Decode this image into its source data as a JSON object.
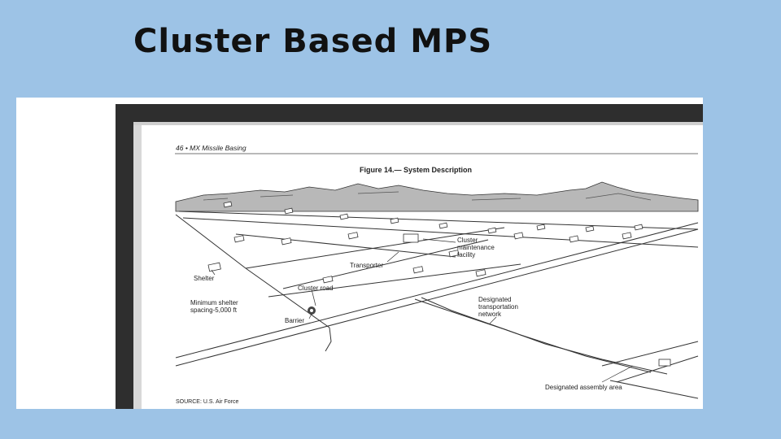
{
  "slide": {
    "title": "Cluster Based MPS"
  },
  "scan": {
    "running_header": "46 • MX Missile Basing",
    "figure_title": "Figure 14.— System Description",
    "labels": {
      "cluster_facility": "Cluster\nmaintenance\nfacility",
      "transporter": "Transporter",
      "shelter": "Shelter",
      "cluster_road": "Cluster road",
      "spacing": "Minimum shelter\nspacing-5,000 ft",
      "barrier": "Barrier",
      "network": "Designated\ntransportation\nnetwork",
      "assembly_area": "Designated assembly area"
    },
    "source": "SOURCE: U.S. Air Force"
  },
  "colors": {
    "background": "#9dc3e6",
    "title": "#111111",
    "scan_bezel": "#2e2e2e"
  }
}
